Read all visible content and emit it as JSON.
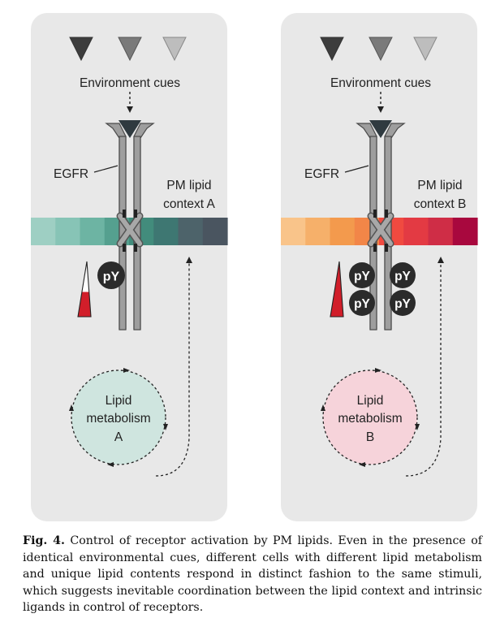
{
  "panels": [
    {
      "id": "A",
      "environment_label": "Environment cues",
      "receptor_label": "EGFR",
      "context_label_line1": "PM lipid",
      "context_label_line2": "context A",
      "phospho_labels": [
        "pY"
      ],
      "metabolism_line1": "Lipid",
      "metabolism_line2": "metabolism",
      "metabolism_line3": "A",
      "membrane_colors": [
        "#9ecfc3",
        "#87c4b6",
        "#6db4a3",
        "#55a08f",
        "#428c7c",
        "#3e7772",
        "#4d636a",
        "#4a5560"
      ],
      "circle_color": "#cfe5df"
    },
    {
      "id": "B",
      "environment_label": "Environment cues",
      "receptor_label": "EGFR",
      "context_label_line1": "PM lipid",
      "context_label_line2": "context B",
      "phospho_labels": [
        "pY",
        "pY",
        "pY",
        "pY"
      ],
      "metabolism_line1": "Lipid",
      "metabolism_line2": "metabolism",
      "metabolism_line3": "B",
      "membrane_colors": [
        "#f9c48a",
        "#f6b06a",
        "#f39a4d",
        "#f28648",
        "#f04a40",
        "#e33a43",
        "#cf2d46",
        "#a8083e"
      ],
      "circle_color": "#f6d3da"
    }
  ],
  "ligand_colors": [
    "#3d3d3d",
    "#7a7a7a",
    "#bdbdbd"
  ],
  "caption": {
    "fig_number": "Fig. 4.",
    "text": "Control of receptor activation by PM lipids. Even in the presence of identical environmental cues, different cells with different lipid metabolism and unique lipid contents respond in distinct fashion to the same stimuli, which suggests inevitable coordination between the lipid context and intrinsic ligands in control of receptors."
  }
}
